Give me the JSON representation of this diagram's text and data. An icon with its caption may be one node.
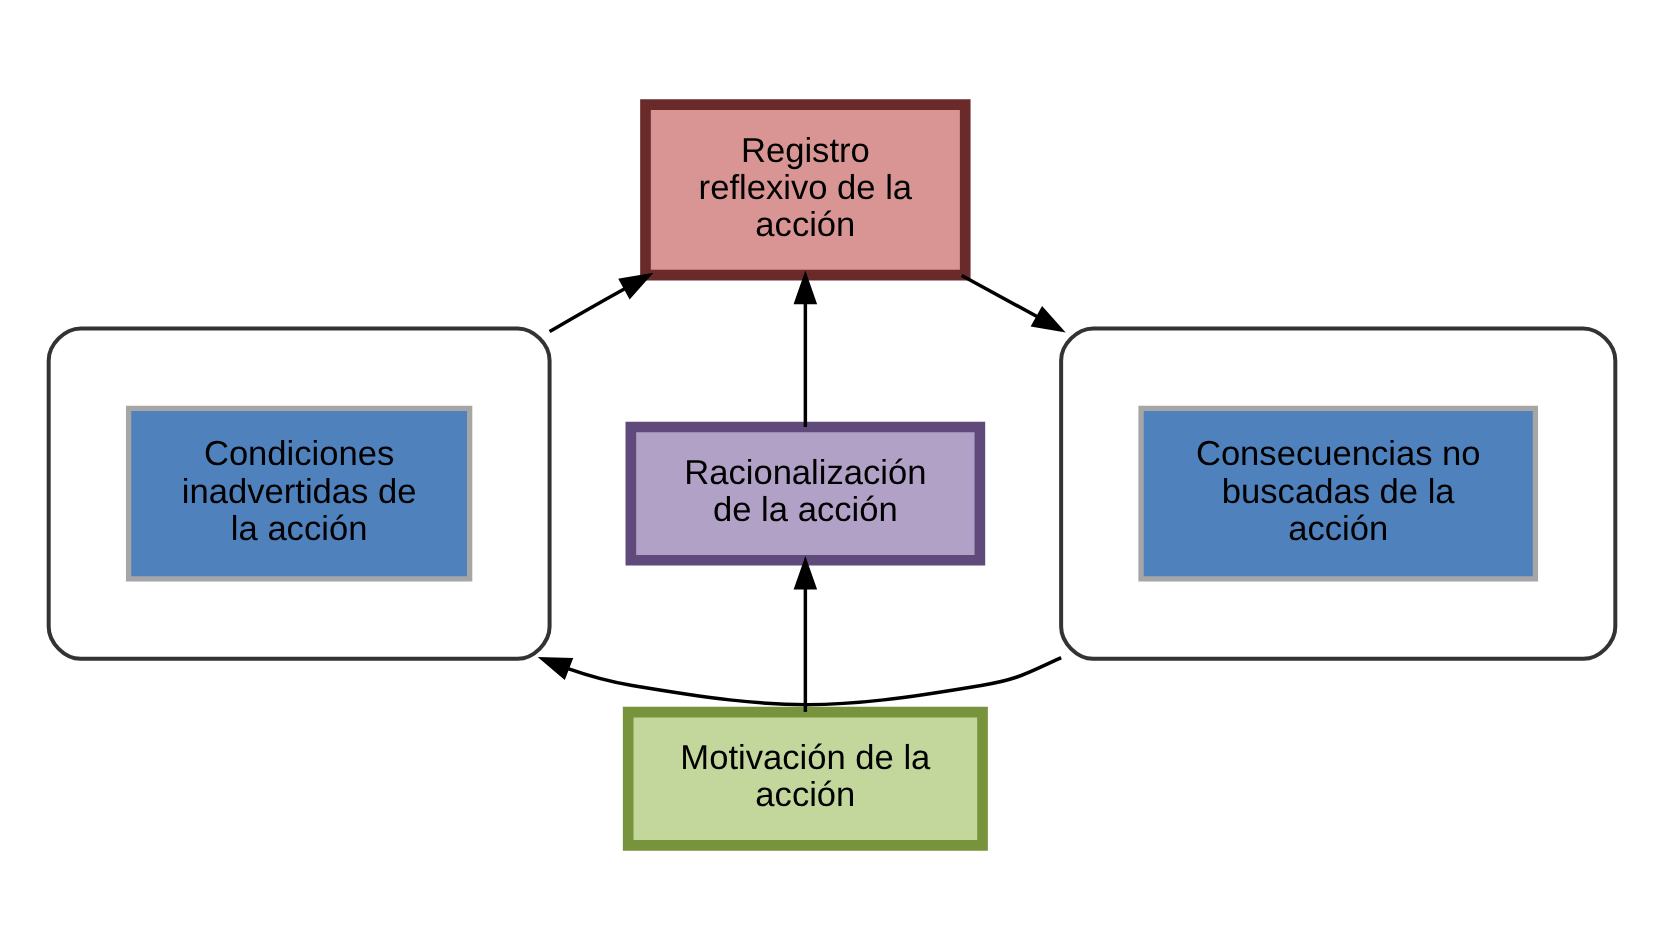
{
  "diagram": {
    "nodes": [
      {
        "text": [
          "Registro reflexivo de la acción"
        ]
      },
      {
        "text": [],
        "shape": "bracket"
      },
      {
        "text": [
          "Condiciones inadvertidas de la acción"
        ],
        "in": 1
      },
      {
        "text": [
          "Racionalización de la acción"
        ]
      },
      {
        "text": [],
        "shape": "bracket"
      },
      {
        "text": [
          "Consecuencias no buscadas de la acción"
        ],
        "in": 4
      },
      {
        "text": [
          "Motivación de la acción"
        ]
      }
    ],
    "edges": [
      {
        "from": 1,
        "to": 0,
        "arrow": "to"
      },
      {
        "from": 0,
        "to": 4,
        "arrow": "to"
      },
      {
        "from": 3,
        "to": 0,
        "arrow": "to"
      },
      {
        "from": 6,
        "to": 3,
        "arrow": "to"
      },
      {
        "from": 4,
        "to": 1,
        "arrow": "to"
      }
    ]
  }
}
